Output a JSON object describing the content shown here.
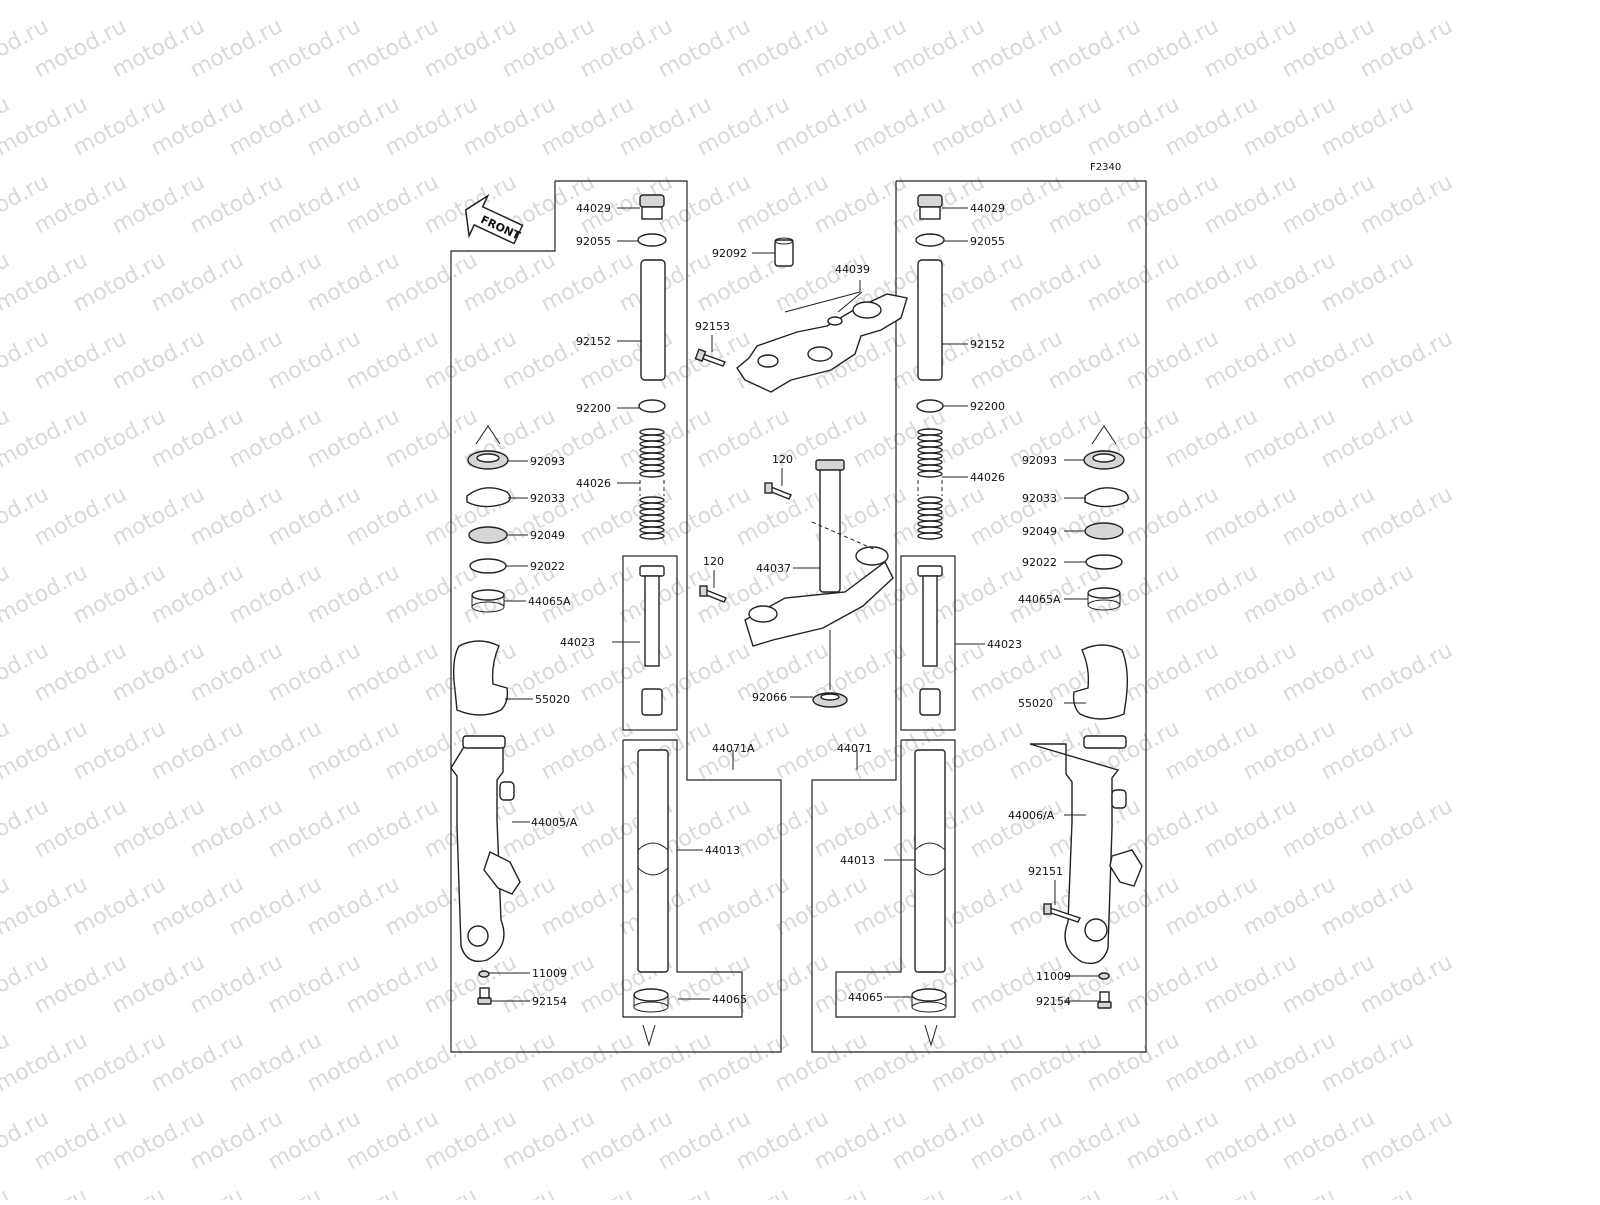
{
  "watermark": "motod.ru",
  "figure_code": "F2340",
  "front_label": "FRONT",
  "labels": {
    "l_44029": "44029",
    "l_92055": "92055",
    "l_92152": "92152",
    "l_92200": "92200",
    "l_44026": "44026",
    "l_92093": "92093",
    "l_92033": "92033",
    "l_92049": "92049",
    "l_92022": "92022",
    "l_44065A": "44065A",
    "l_44023": "44023",
    "l_55020": "55020",
    "l_44005A": "44005/A",
    "l_44013": "44013",
    "l_11009": "11009",
    "l_92154": "92154",
    "l_44065": "44065",
    "l_44071A": "44071A",
    "c_92092": "92092",
    "c_44039": "44039",
    "c_92153": "92153",
    "c_120a": "120",
    "c_44037": "44037",
    "c_120b": "120",
    "c_92066": "92066",
    "r_44029": "44029",
    "r_92055": "92055",
    "r_92152": "92152",
    "r_92200": "92200",
    "r_44026": "44026",
    "r_92093": "92093",
    "r_92033": "92033",
    "r_92049": "92049",
    "r_92022": "92022",
    "r_44065A": "44065A",
    "r_44023": "44023",
    "r_55020": "55020",
    "r_44071": "44071",
    "r_44006A": "44006/A",
    "r_44013": "44013",
    "r_92151": "92151",
    "r_11009": "11009",
    "r_44065": "44065",
    "r_92154": "92154"
  }
}
